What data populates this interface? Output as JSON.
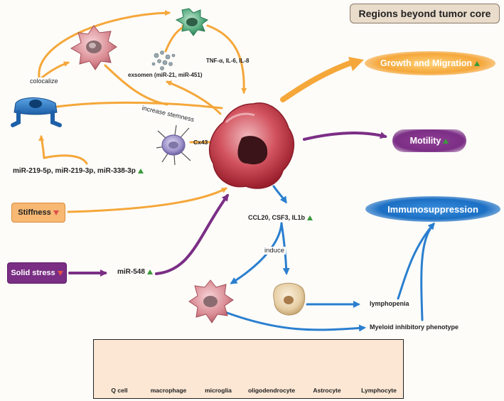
{
  "title": "Regions beyond tumor core",
  "labels": {
    "colocalize": "colocalize",
    "increase_stemness": "increase stemness",
    "exosome": "exsomen (miR-21, miR-451)",
    "cytokines": "TNF-α, IL-6, IL-8",
    "cx43": "Cx43",
    "mirs_oligo": "miR-219-5p, miR-219-3p, miR-338-3p",
    "ccl": "CCL20, CSF3, IL1b",
    "induce": "induce",
    "mir548": "miR-548",
    "lymphopenia": "lymphopenia",
    "myeloid": "Myeloid inhibitory phenotype"
  },
  "outcomes": {
    "growth": "Growth and Migration",
    "motility": "Motility",
    "immuno": "Immunosuppression"
  },
  "stimuli": {
    "stiffness": "Stiffness",
    "solid_stress": "Solid stress"
  },
  "legend": [
    "Q cell",
    "macrophage",
    "microglia",
    "oligodendrocyte",
    "Astrocyte",
    "Lymphocyte"
  ],
  "colors": {
    "orange_arrow": "#f5a73a",
    "purple_arrow": "#7b2e85",
    "blue_arrow": "#2a7fcf",
    "up_arrow": "#3a9a3a",
    "down_arrow": "#e0504a"
  }
}
